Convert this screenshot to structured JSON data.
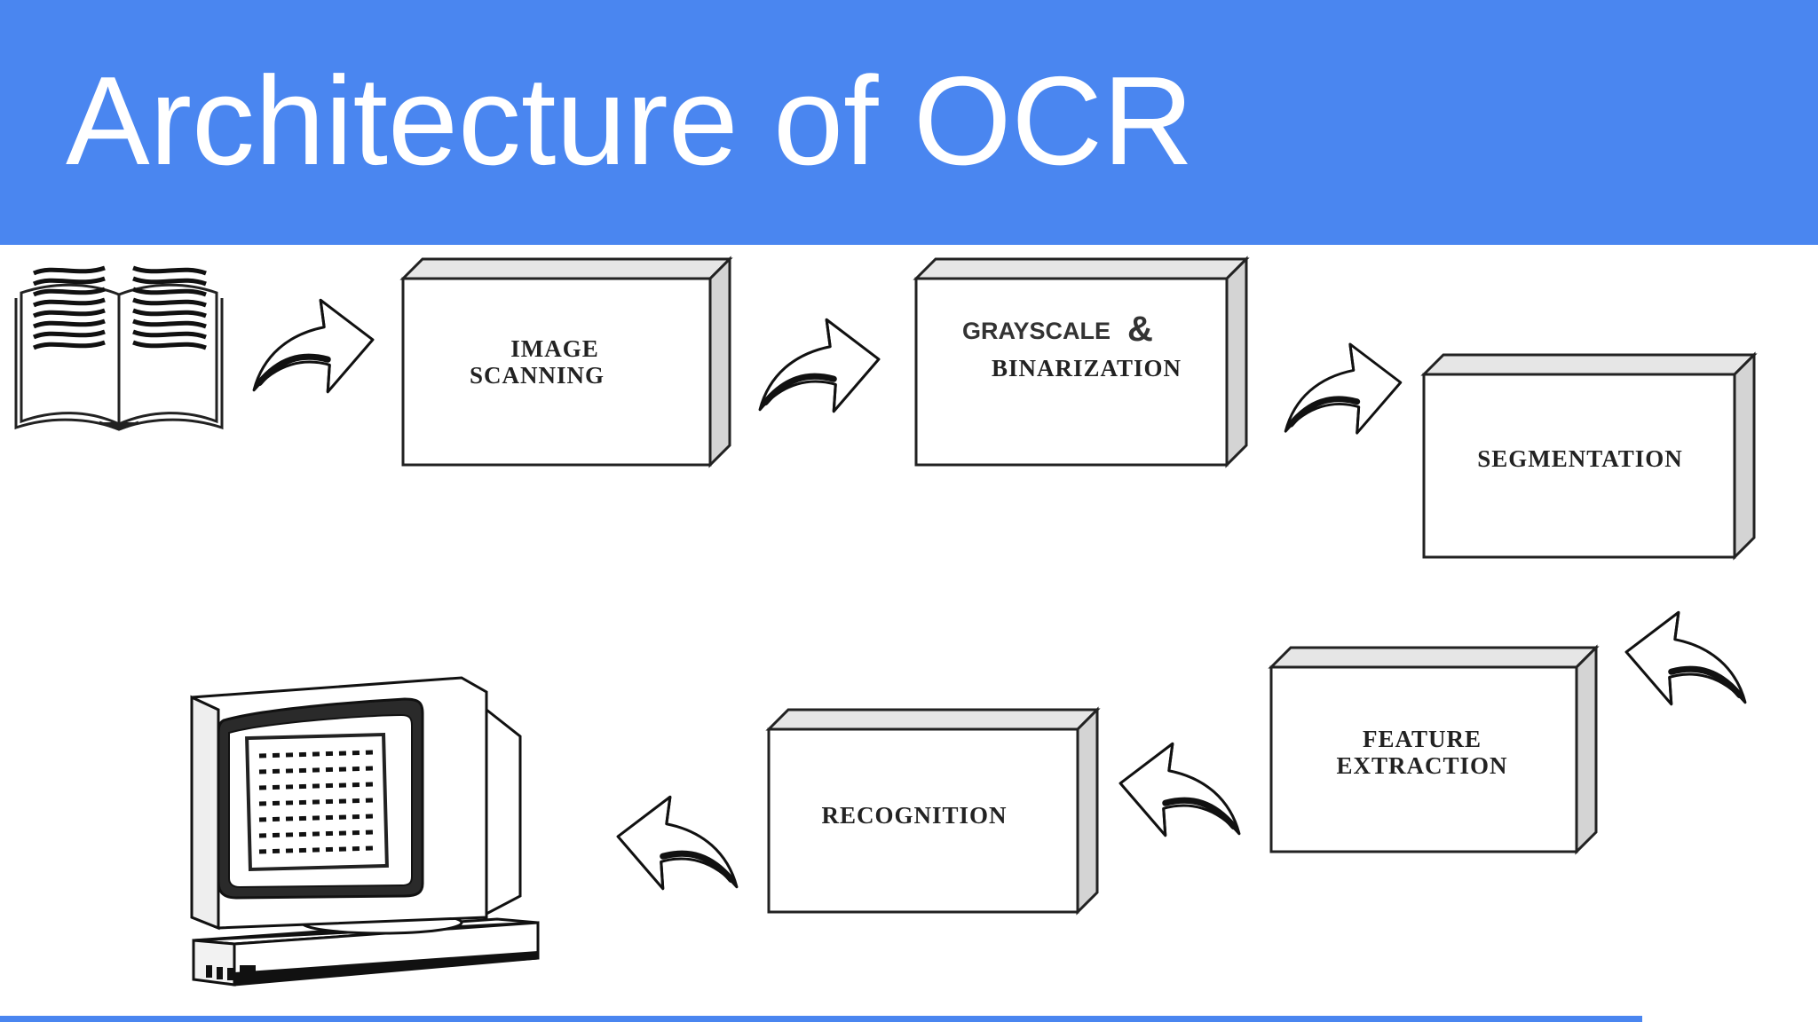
{
  "slide": {
    "title": "Architecture of OCR",
    "header_color": "#4a86f0"
  },
  "diagram": {
    "input_icon": "open-book-icon",
    "output_icon": "computer-monitor-icon",
    "steps": [
      {
        "lines": [
          "IMAGE",
          "SCANNING"
        ]
      },
      {
        "lines": [
          "GRAYSCALE",
          "&",
          "BINARIZATION"
        ]
      },
      {
        "lines": [
          "SEGMENTATION"
        ]
      },
      {
        "lines": [
          "FEATURE",
          "EXTRACTION"
        ]
      },
      {
        "lines": [
          "RECOGNITION"
        ]
      }
    ]
  }
}
